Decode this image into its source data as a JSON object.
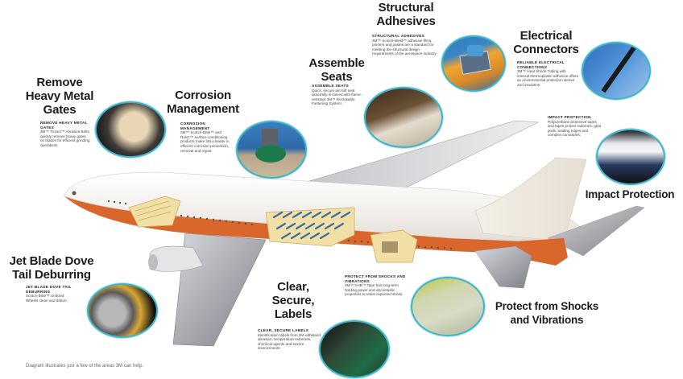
{
  "diagram": {
    "subject": "Airplane diagram showing 3M application areas",
    "colors": {
      "fuselage": "#f4f1ec",
      "belly_stripe": "#d9662b",
      "wing": "#9a9ca3",
      "circle_border": "#3fb4c9",
      "title_text": "#1c1c1c"
    },
    "callouts": [
      {
        "id": "structural-adhesives",
        "title_lines": [
          "Structural",
          "Adhesives"
        ],
        "heading": "STRUCTURAL ADHESIVES",
        "body": "3M™ Scotch-Weld™ adhesive films, primers and pastes are a standard for meeting the structural design requirements of the aerospace industry."
      },
      {
        "id": "electrical-connectors",
        "title_lines": [
          "Electrical",
          "Connectors"
        ],
        "heading": "RELIABLE ELECTRICAL CONNECTIONS",
        "body": "3M™ Heat Shrink Tubing with internal thermoplastic adhesive offers an environmental protection sleeve and insulation."
      },
      {
        "id": "remove-heavy-metal-gates",
        "title_lines": [
          "Remove",
          "Heavy Metal",
          "Gates"
        ],
        "heading": "REMOVE HEAVY METAL GATES",
        "body": "3M™ Trizact™ Abrasive Belts quickly remove heavy gates on blades for efficient grinding operations."
      },
      {
        "id": "corrosion-management",
        "title_lines": [
          "Corrosion",
          "Management"
        ],
        "heading": "CORROSION MANAGEMENT",
        "body": "3M™ Scotch-Brite™ and Roloc™ surface conditioning products make 3M a leader in efficient corrosion prevention, removal and repair."
      },
      {
        "id": "assemble-seats",
        "title_lines": [
          "Assemble",
          "Seats"
        ],
        "heading": "ASSEMBLE SEATS",
        "body": "Quick, secure aircraft seat assembly is solved with flame-resistant 3M™ Reclosable Fastening System."
      },
      {
        "id": "impact-protection",
        "title_lines": [
          "Impact Protection"
        ],
        "heading": "IMPACT PROTECTION",
        "body": "Polyurethane protective tapes and tapes protect radomes, gear pods, leading edges and complex curvatures."
      },
      {
        "id": "jet-blade-dove-tail-deburring",
        "title_lines": [
          "Jet Blade Dove",
          "Tail Deburring"
        ],
        "heading": "JET BLADE DOVE TAIL DEBURRING",
        "body": "Scotch-Brite™ Unitized Wheels clean and deburr."
      },
      {
        "id": "clear-secure-labels",
        "title_lines": [
          "Clear,",
          "Secure,",
          "Labels"
        ],
        "heading": "CLEAR, SECURE LABELS",
        "body": "Identification labels from 3M withstand abrasion, temperature extremes, chemical agents and severe environments."
      },
      {
        "id": "protect-from-shocks",
        "title_lines": [
          "Protect from Shocks",
          "and Vibrations"
        ],
        "heading": "PROTECT FROM SHOCKS AND VIBRATIONS",
        "body": "3M™ VHB™ Tape has long-term holding power and viscoelastic properties to resist expected stress."
      }
    ],
    "footnote": "Diagram illustrates just a few of the areas 3M can help."
  }
}
